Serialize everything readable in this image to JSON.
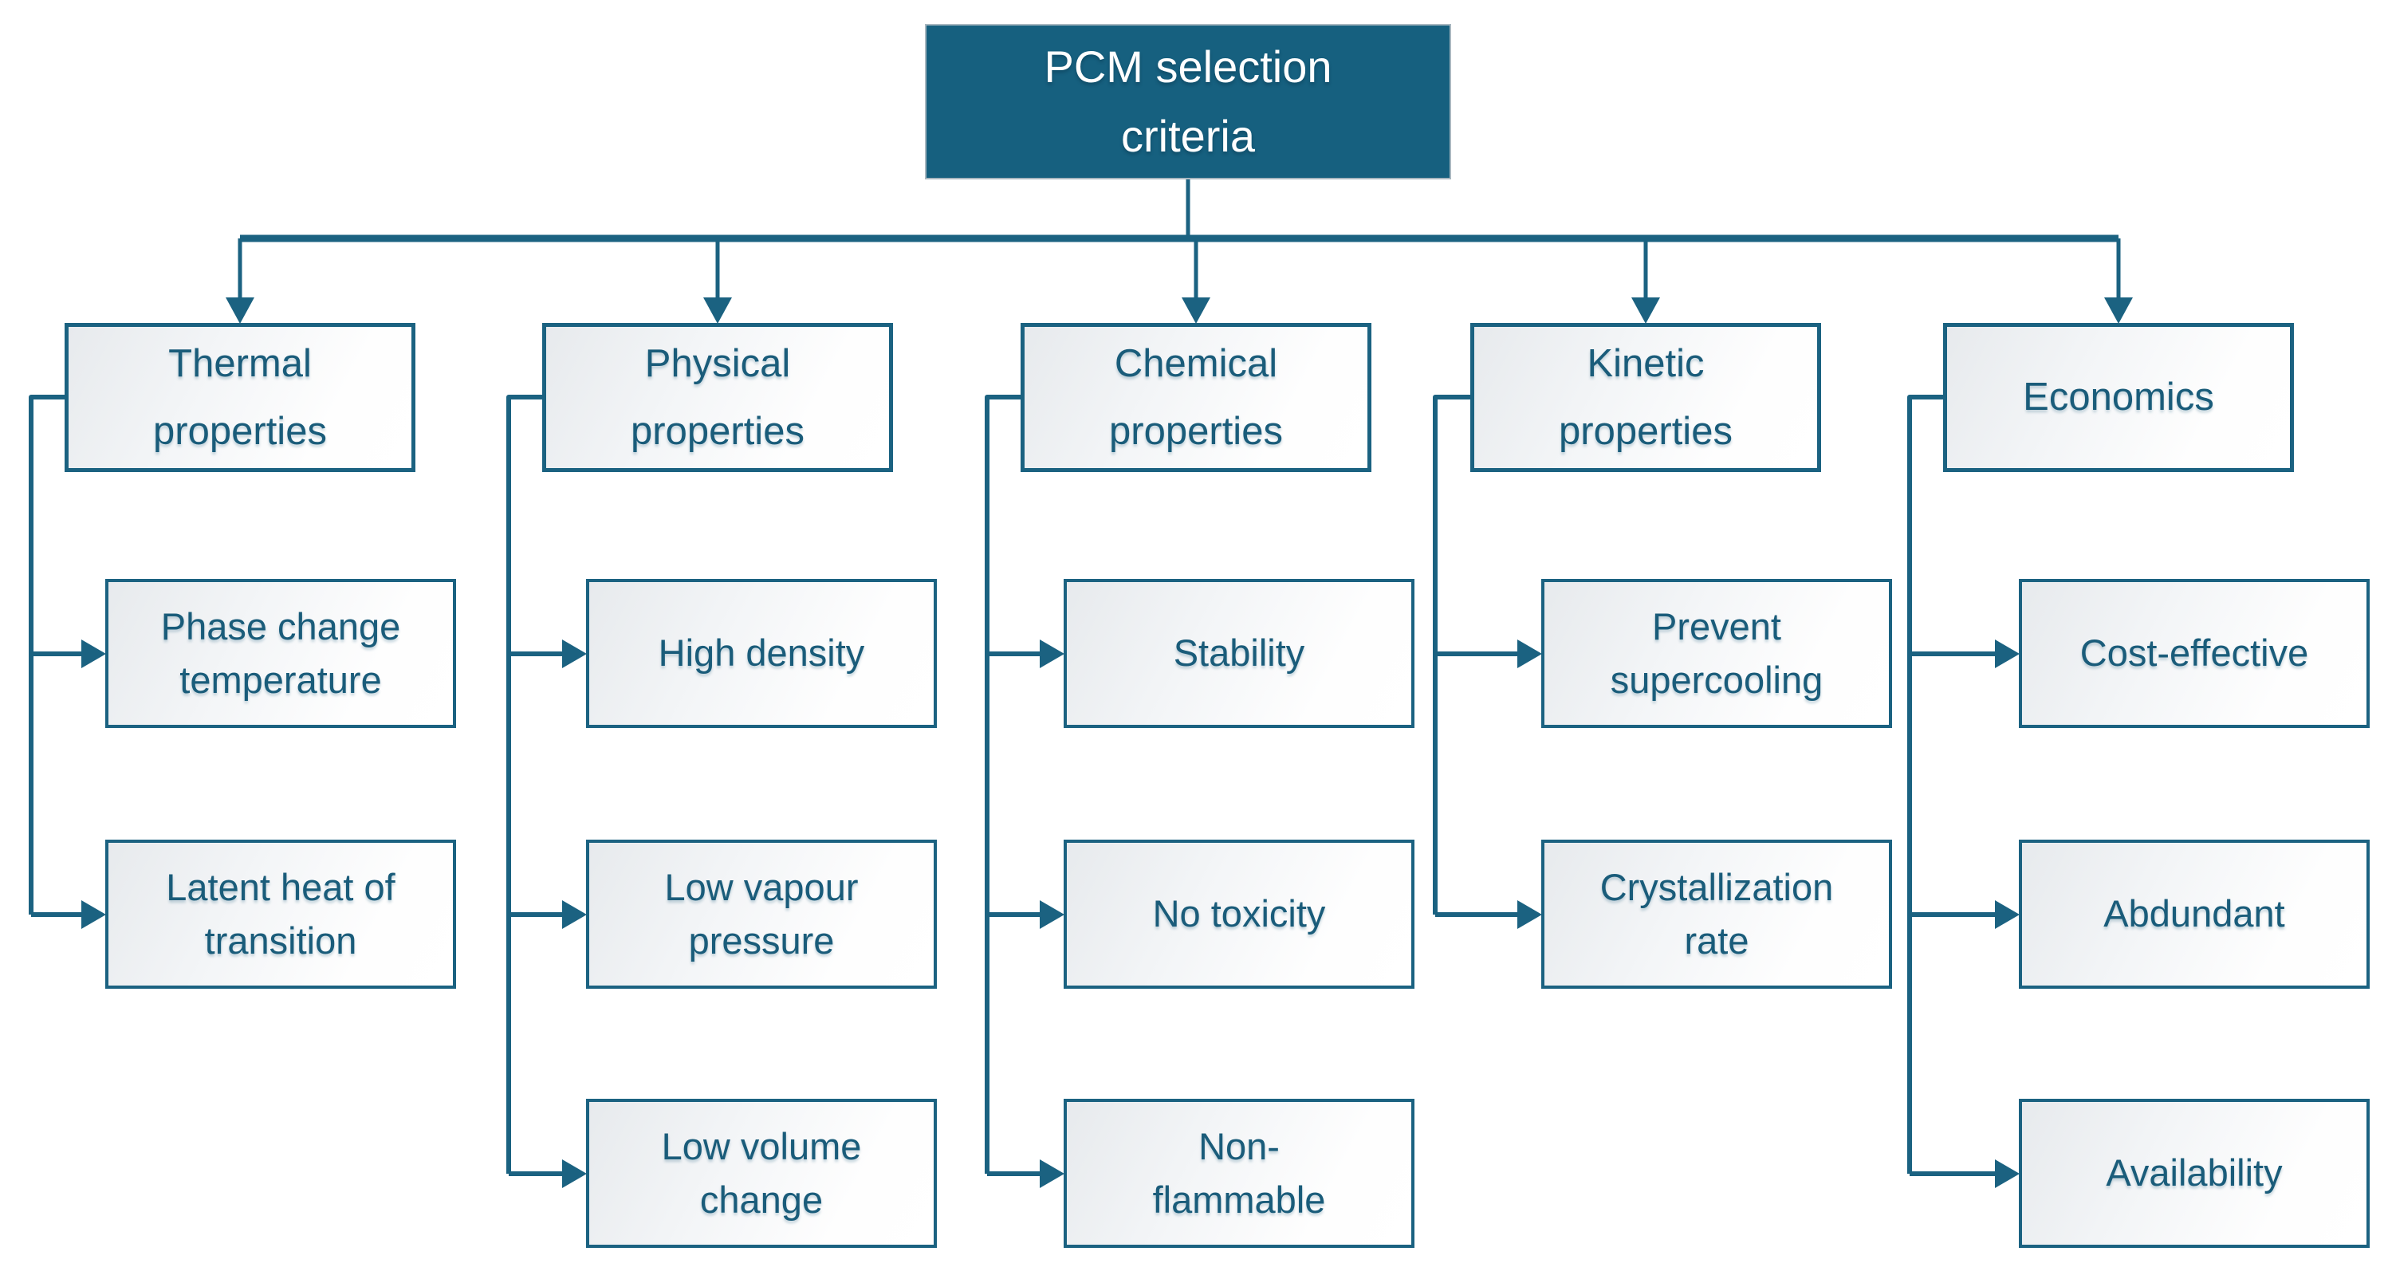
{
  "diagram": {
    "root": {
      "label": "PCM selection\ncriteria"
    },
    "branches": [
      {
        "label": "Thermal\nproperties",
        "children": [
          "Phase change\ntemperature",
          "Latent heat of\ntransition"
        ]
      },
      {
        "label": "Physical\nproperties",
        "children": [
          "High density",
          "Low vapour\npressure",
          "Low volume\nchange"
        ]
      },
      {
        "label": "Chemical\nproperties",
        "children": [
          "Stability",
          "No toxicity",
          "Non-\nflammable"
        ]
      },
      {
        "label": "Kinetic\nproperties",
        "children": [
          "Prevent\nsupercooling",
          "Crystallization\nrate"
        ]
      },
      {
        "label": "Economics",
        "children": [
          "Cost-effective",
          "Abdundant",
          "Availability"
        ]
      }
    ]
  },
  "colors": {
    "root_fill": "#16607F",
    "root_text": "#FFFFFF",
    "line": "#1B6281",
    "node_border": "#1B6281",
    "node_text": "#1A5C7A",
    "node_fill_start": "#E7EAED",
    "node_fill_end": "#FFFFFF",
    "background": "#FFFFFF"
  }
}
